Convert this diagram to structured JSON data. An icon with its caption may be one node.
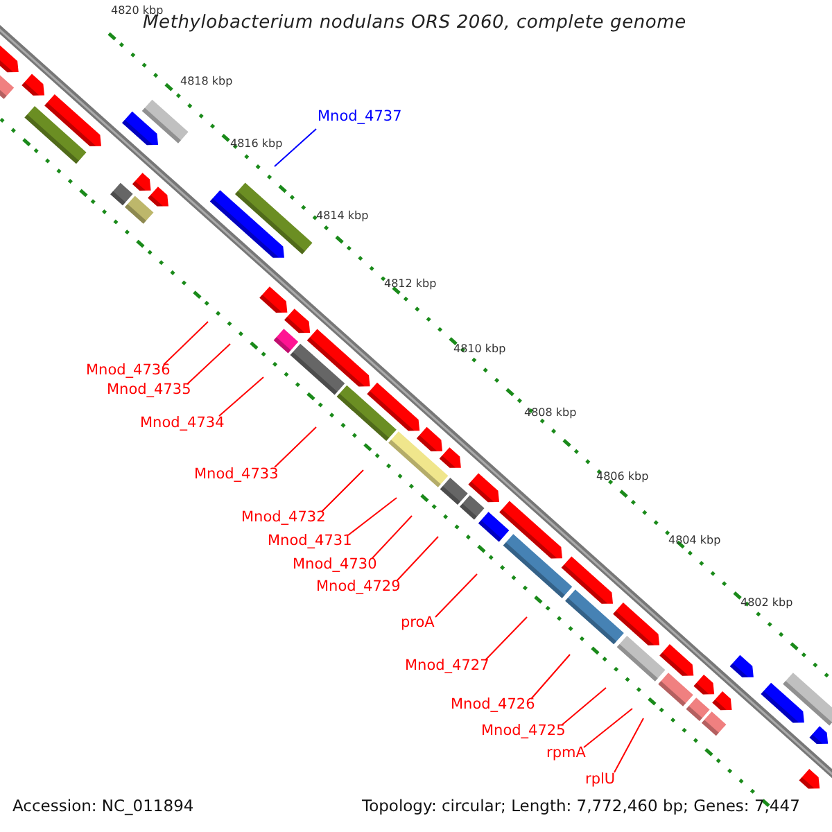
{
  "diagram": {
    "title": "Methylobacterium nodulans ORS 2060, complete genome",
    "nodes": [
      {
        "text": [
          "Mnod_4737"
        ]
      },
      {
        "text": [
          "Mnod_4736"
        ]
      },
      {
        "text": [
          "Mnod_4735"
        ]
      },
      {
        "text": [
          "Mnod_4734"
        ]
      },
      {
        "text": [
          "Mnod_4733"
        ]
      },
      {
        "text": [
          "Mnod_4732"
        ]
      },
      {
        "text": [
          "Mnod_4731"
        ]
      },
      {
        "text": [
          "Mnod_4730"
        ]
      },
      {
        "text": [
          "Mnod_4729"
        ]
      },
      {
        "text": [
          "proA"
        ]
      },
      {
        "text": [
          "Mnod_4727"
        ]
      },
      {
        "text": [
          "Mnod_4726"
        ]
      },
      {
        "text": [
          "Mnod_4725"
        ]
      },
      {
        "text": [
          "rpmA"
        ]
      },
      {
        "text": [
          "rplU"
        ]
      }
    ],
    "edges": [
      {
        "from": 0,
        "to": null,
        "arrow": "none",
        "color": "#0000ff"
      },
      {
        "from": 1,
        "to": null,
        "arrow": "none"
      },
      {
        "from": 2,
        "to": null,
        "arrow": "none"
      },
      {
        "from": 3,
        "to": null,
        "arrow": "none"
      },
      {
        "from": 4,
        "to": null,
        "arrow": "none"
      },
      {
        "from": 5,
        "to": null,
        "arrow": "none"
      },
      {
        "from": 6,
        "to": null,
        "arrow": "none"
      },
      {
        "from": 7,
        "to": null,
        "arrow": "none"
      },
      {
        "from": 8,
        "to": null,
        "arrow": "none"
      },
      {
        "from": 9,
        "to": null,
        "arrow": "none"
      },
      {
        "from": 10,
        "to": null,
        "arrow": "none"
      },
      {
        "from": 11,
        "to": null,
        "arrow": "none"
      },
      {
        "from": 12,
        "to": null,
        "arrow": "none"
      },
      {
        "from": 13,
        "to": null,
        "arrow": "none"
      },
      {
        "from": 14,
        "to": null,
        "arrow": "none"
      }
    ],
    "labels": [
      "4820 kbp",
      "4818 kbp",
      "4816 kbp",
      "4814 kbp",
      "4812 kbp",
      "4810 kbp",
      "4808 kbp",
      "4806 kbp",
      "4804 kbp",
      "4802 kbp",
      "Accession: NC_011894",
      "Topology: circular; Length: 7,772,460 bp; Genes: 7,447"
    ]
  }
}
